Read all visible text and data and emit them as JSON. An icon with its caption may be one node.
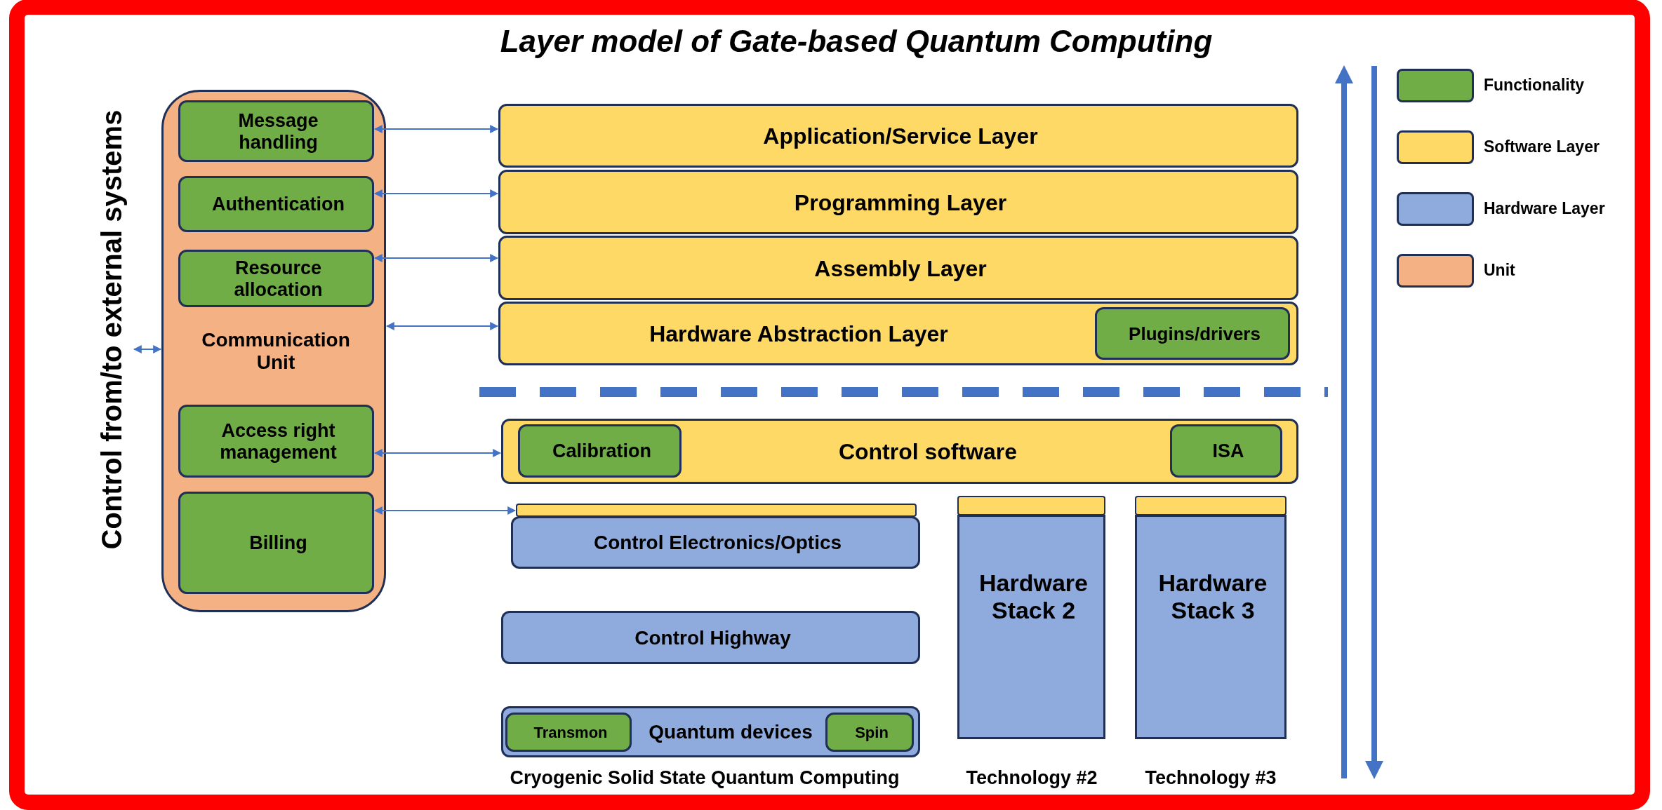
{
  "diagram": {
    "title": "Layer model of Gate-based Quantum Computing",
    "nodes": [
      {
        "text": [
          "Control from/to external systems"
        ]
      },
      {
        "text": [
          "Communication Unit"
        ]
      },
      {
        "text": [
          "Message handling"
        ],
        "in": 1
      },
      {
        "text": [
          "Authentication"
        ],
        "in": 1
      },
      {
        "text": [
          "Resource allocation"
        ],
        "in": 1
      },
      {
        "text": [
          "Access right management"
        ],
        "in": 1
      },
      {
        "text": [
          "Billing"
        ],
        "in": 1
      },
      {
        "text": [
          "Application/Service Layer"
        ]
      },
      {
        "text": [
          "Programming Layer"
        ]
      },
      {
        "text": [
          "Assembly Layer"
        ]
      },
      {
        "text": [
          "Hardware Abstraction Layer"
        ]
      },
      {
        "text": [
          "Plugins/drivers"
        ],
        "in": 10
      },
      {
        "text": [
          "Control software"
        ]
      },
      {
        "text": [
          "Calibration"
        ],
        "in": 12
      },
      {
        "text": [
          "ISA"
        ],
        "in": 12
      },
      {
        "text": [],
        "shape": "bar"
      },
      {
        "text": [],
        "shape": "bar"
      },
      {
        "text": [],
        "shape": "bar"
      },
      {
        "text": [
          "Control Electronics/Optics"
        ]
      },
      {
        "text": [
          "Hardware Stack 2"
        ]
      },
      {
        "text": [
          "Hardware Stack 3"
        ]
      },
      {
        "text": [
          "Control Highway"
        ]
      },
      {
        "text": [
          "Quantum devices"
        ]
      },
      {
        "text": [
          "Transmon"
        ],
        "in": 22
      },
      {
        "text": [
          "Spin"
        ],
        "in": 22
      }
    ],
    "edges": [
      {
        "from": 0,
        "to": 1,
        "arrow": "both"
      },
      {
        "from": 2,
        "to": 7,
        "arrow": "both"
      },
      {
        "from": 3,
        "to": 8,
        "arrow": "both"
      },
      {
        "from": 4,
        "to": 9,
        "arrow": "both"
      },
      {
        "from": 1,
        "to": 10,
        "arrow": "both"
      },
      {
        "from": 5,
        "to": 12,
        "arrow": "both"
      },
      {
        "from": 6,
        "to": 15,
        "arrow": "both"
      }
    ],
    "labels": [
      "Cryogenic Solid State Quantum Computing",
      "Technology #2",
      "Technology #3"
    ],
    "legend": [
      {
        "text": "Functionality",
        "color": "#70ad47"
      },
      {
        "text": "Software Layer",
        "color": "#ffd966"
      },
      {
        "text": "Hardware Layer",
        "color": "#8faadc"
      },
      {
        "text": "Unit",
        "color": "#f4b183"
      }
    ]
  }
}
